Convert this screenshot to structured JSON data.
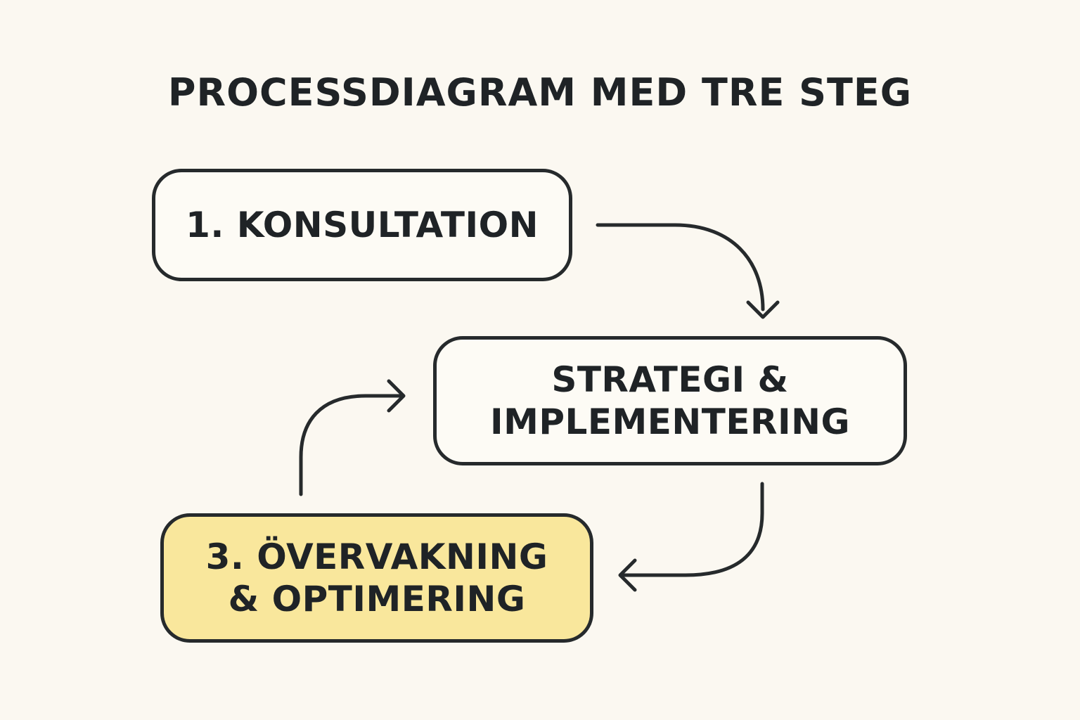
{
  "title": "PROCESSDIAGRAM MED TRE STEG",
  "steps": [
    {
      "lines": [
        "1. KONSULTATION"
      ],
      "fill": "#fdfbf5"
    },
    {
      "lines": [
        "STRATEGI &",
        "IMPLEMENTERING"
      ],
      "fill": "#fdfbf5"
    },
    {
      "lines": [
        "3. ÖVERVAKNING",
        "& OPTIMERING"
      ],
      "fill": "#f9e79c"
    }
  ],
  "connections": [
    {
      "from": "1. KONSULTATION",
      "to": "STRATEGI & IMPLEMENTERING"
    },
    {
      "from": "STRATEGI & IMPLEMENTERING",
      "to": "3. ÖVERVAKNING & OPTIMERING"
    },
    {
      "from": "3. ÖVERVAKNING & OPTIMERING",
      "to": "STRATEGI & IMPLEMENTERING"
    }
  ],
  "colors": {
    "background": "#fbf8f1",
    "stroke": "#262a2c",
    "highlight": "#f9e79c"
  }
}
